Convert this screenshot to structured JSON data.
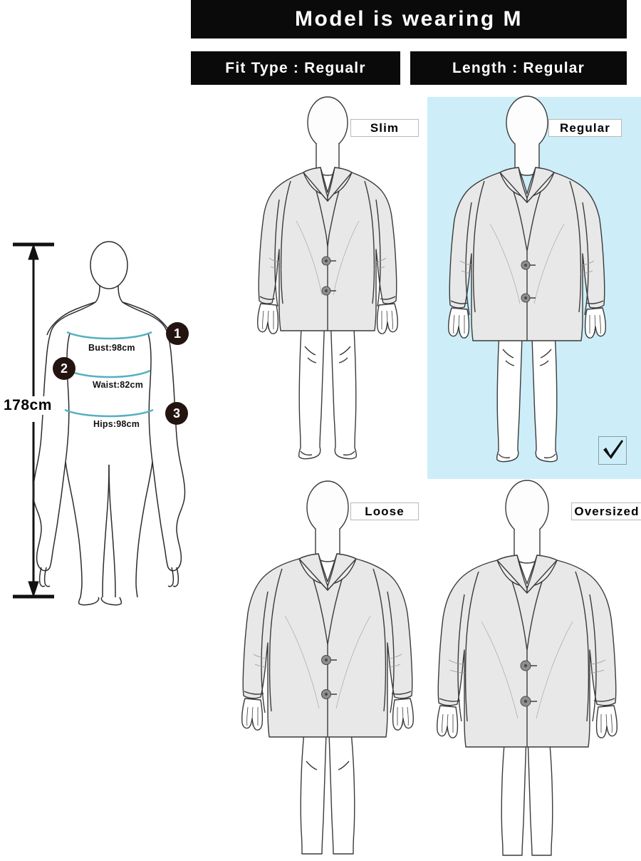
{
  "header": {
    "title": "Model is wearing M",
    "fit_type": "Fit Type : Regualr",
    "length": "Length : Regular"
  },
  "model": {
    "height_label": "178cm",
    "measurements": [
      {
        "index": "1",
        "label": "Bust:98cm",
        "name": "Bust",
        "value_cm": 98
      },
      {
        "index": "2",
        "label": "Waist:82cm",
        "name": "Waist",
        "value_cm": 82
      },
      {
        "index": "3",
        "label": "Hips:98cm",
        "name": "Hips",
        "value_cm": 98
      }
    ]
  },
  "fits": {
    "slim": {
      "label": "Slim",
      "selected": false
    },
    "regular": {
      "label": "Regular",
      "selected": true
    },
    "loose": {
      "label": "Loose",
      "selected": false
    },
    "oversized": {
      "label": "Oversized",
      "selected": false
    }
  },
  "colors": {
    "bar_background": "#0a0a0a",
    "bar_text": "#ffffff",
    "highlight_panel": "#cdeef9",
    "measurement_band": "#55afc2",
    "badge_background": "#241410",
    "garment_fill": "#e8e8e8",
    "outline": "#3b3b3b"
  },
  "icons": {
    "check": "check-icon",
    "height_arrow": "double-arrow-icon"
  }
}
